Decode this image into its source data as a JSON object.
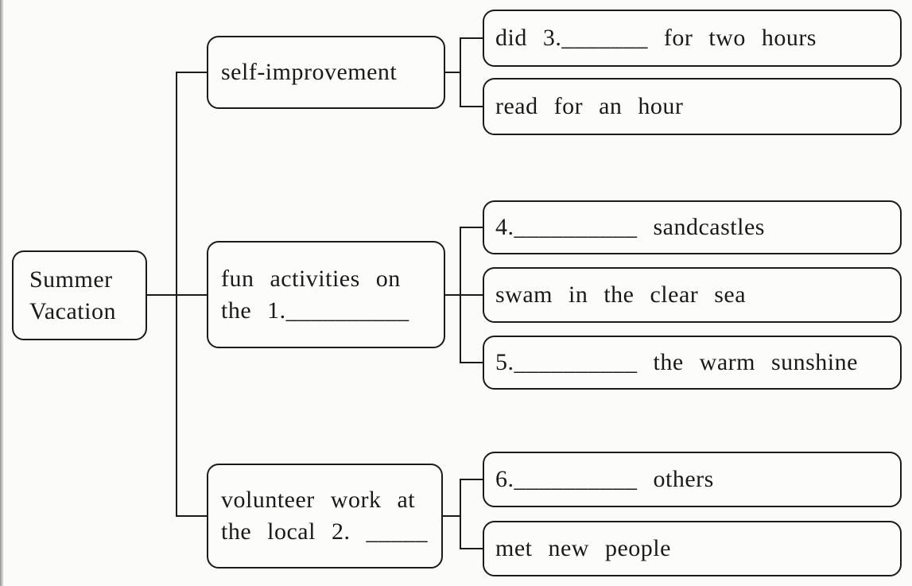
{
  "diagram": {
    "type": "tree",
    "root": {
      "label": "Summer\nVacation"
    },
    "branches": [
      {
        "label": "self-improvement",
        "leaves": [
          {
            "label": "did 3._______ for two hours"
          },
          {
            "label": "read for an hour"
          }
        ]
      },
      {
        "label": "fun activities on\nthe 1.__________",
        "leaves": [
          {
            "label": "4.__________ sandcastles"
          },
          {
            "label": "swam in the clear sea"
          },
          {
            "label": "5.__________ the warm sunshine"
          }
        ]
      },
      {
        "label": "volunteer work at\nthe local 2. _____",
        "leaves": [
          {
            "label": "6.__________ others"
          },
          {
            "label": "met new people"
          }
        ]
      }
    ],
    "colors": {
      "line": "#1c1c1c",
      "text": "#1a1a1a",
      "background": "#fbfbfa",
      "box_fill": "#fcfcfb"
    }
  }
}
